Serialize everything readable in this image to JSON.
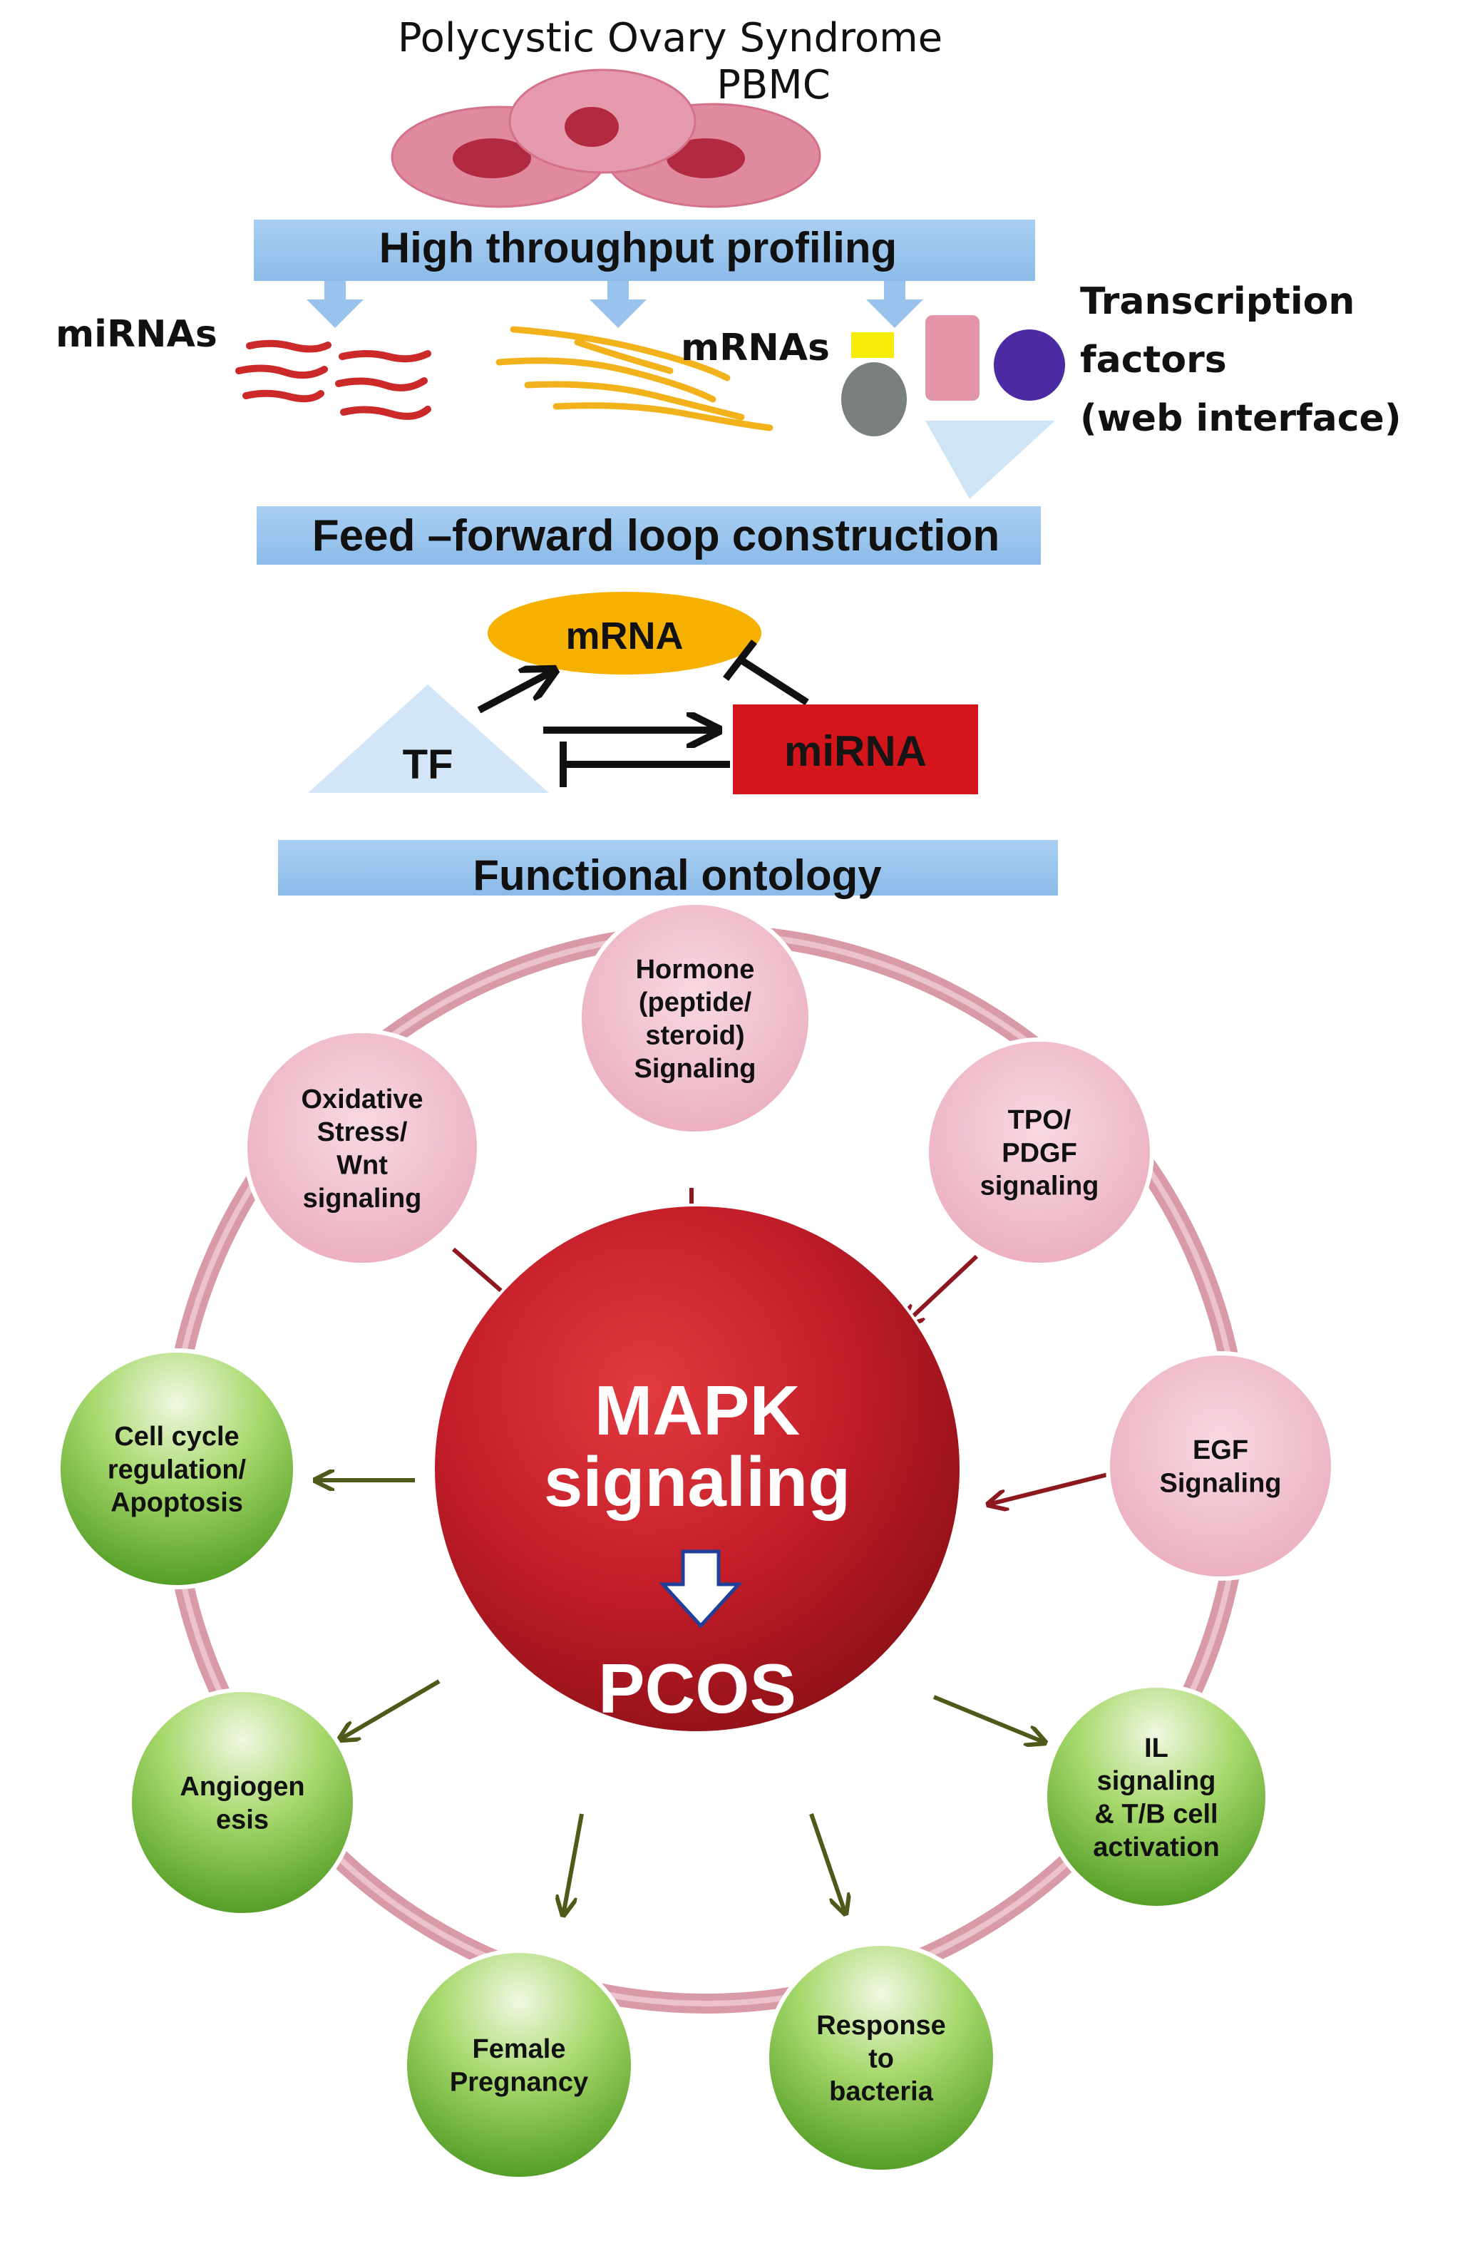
{
  "header": {
    "title_line1": "Polycystic Ovary Syndrome",
    "title_line2": "PBMC"
  },
  "bars": {
    "profiling": "High throughput profiling",
    "feed_forward": "Feed –forward loop construction",
    "ontology": "Functional ontology"
  },
  "molecules": {
    "mirnas_label": "miRNAs",
    "mrnas_label": "mRNAs",
    "tf_line1": "Transcription",
    "tf_line2": "factors",
    "tf_line3": "(web interface)"
  },
  "loop": {
    "mrna": "mRNA",
    "tf": "TF",
    "mirna": "miRNA"
  },
  "center": {
    "line1": "MAPK",
    "line2": "signaling",
    "line3": "PCOS"
  },
  "input_nodes": [
    {
      "lines": [
        "Hormone",
        "(peptide/",
        "steroid)",
        "Signaling"
      ]
    },
    {
      "lines": [
        "TPO/",
        "PDGF",
        "signaling"
      ]
    },
    {
      "lines": [
        "EGF",
        "Signaling"
      ]
    },
    {
      "lines": [
        "Oxidative",
        "Stress/",
        "Wnt",
        "signaling"
      ]
    }
  ],
  "output_nodes": [
    {
      "lines": [
        "IL",
        "signaling",
        "& T/B cell",
        "activation"
      ]
    },
    {
      "lines": [
        "Response",
        "to",
        "bacteria"
      ]
    },
    {
      "lines": [
        "Female",
        "Pregnancy"
      ]
    },
    {
      "lines": [
        "Angiogen",
        "esis"
      ]
    },
    {
      "lines": [
        "Cell cycle",
        "regulation/",
        "Apoptosis"
      ]
    }
  ],
  "colors": {
    "bar": "#99c3ec",
    "pbmc_cell": "#e08aa0",
    "pbmc_nucleus": "#b22a3f",
    "mirna_strand": "#cc2a2a",
    "mrna_strand": "#f2b21c",
    "tf_yellow": "#f5ec0a",
    "tf_pink": "#e295a7",
    "tf_navy": "#4b2aa3",
    "tf_gray": "#7a8080",
    "tf_triangle": "#cfe5f6",
    "mrna_ellipse": "#f5b000",
    "mirna_box": "#d4151b",
    "center": "#c21d28",
    "input_node": "#f1bccb",
    "output_node": "#6fb736",
    "ring": "#d99aa8",
    "input_arrow": "#8e1820",
    "output_arrow": "#4f5a1a"
  }
}
